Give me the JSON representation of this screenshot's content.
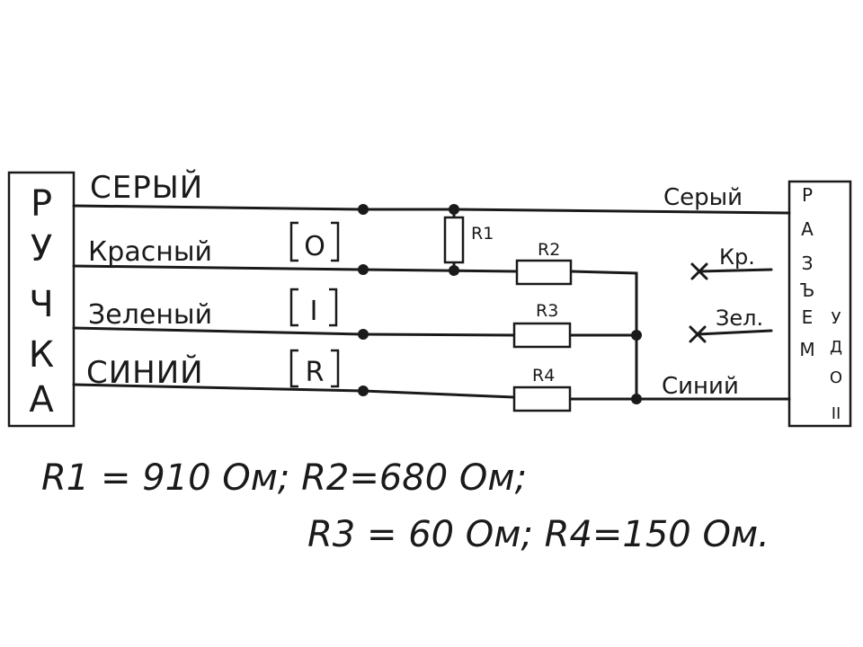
{
  "handle": {
    "letters": [
      "Р",
      "У",
      "Ч",
      "К",
      "А"
    ]
  },
  "connector": {
    "letters": [
      "Р",
      "А",
      "З",
      "Ъ",
      "Е",
      "М"
    ],
    "sub_letters": [
      "У",
      "Д",
      "О",
      "II"
    ]
  },
  "wires_left": {
    "grey": "СЕРЫЙ",
    "red": "Красный",
    "green": "Зеленый",
    "blue": "СИНИЙ"
  },
  "switch_labels": {
    "o": "O",
    "i": "I",
    "r": "R"
  },
  "wires_right": {
    "grey": "Серый",
    "red": "Кр.",
    "green": "Зел.",
    "blue": "Синий"
  },
  "resistors": {
    "r1": "R1",
    "r2": "R2",
    "r3": "R3",
    "r4": "R4"
  },
  "values": {
    "line1": "R1 = 910 Ом; R2=680 Ом;",
    "line2": "R3 = 60 Ом; R4=150 Ом."
  }
}
